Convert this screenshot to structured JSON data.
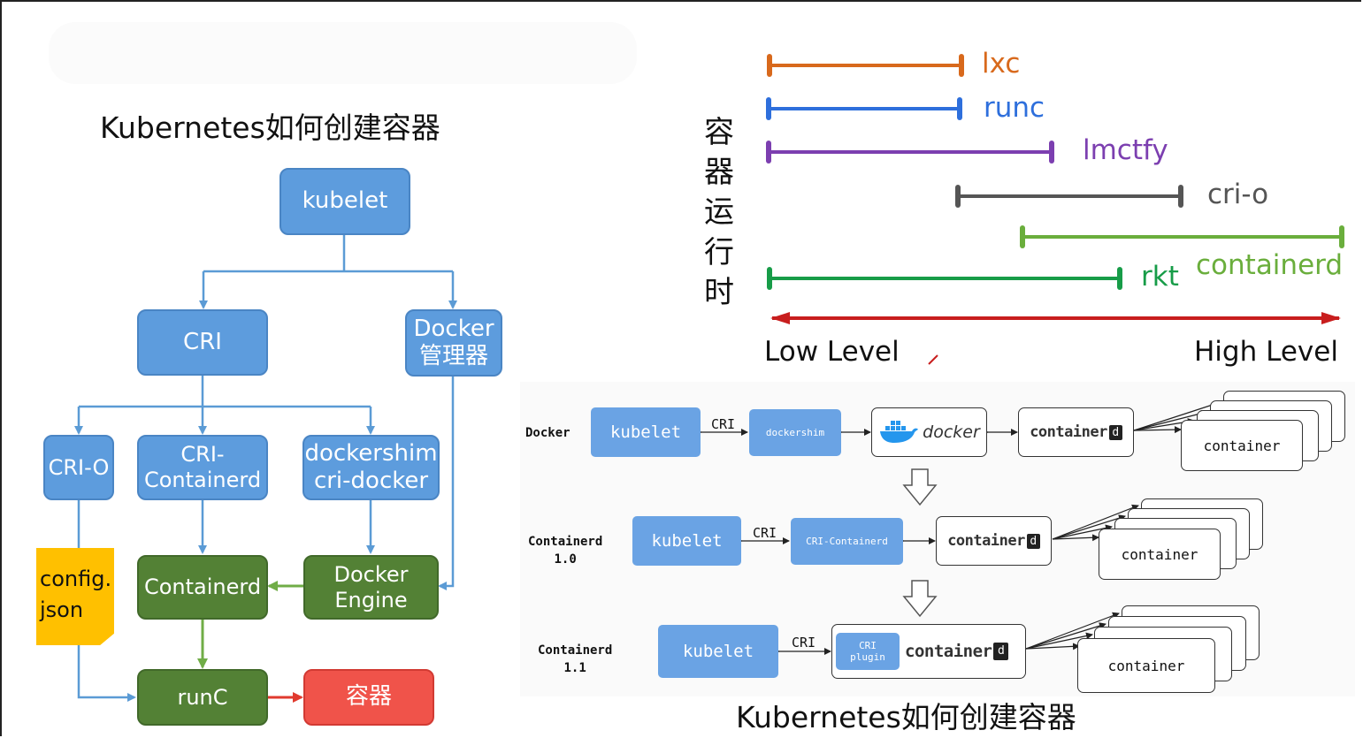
{
  "left_diagram": {
    "title": "Kubernetes如何创建容器",
    "nodes": {
      "kubelet": "kubelet",
      "cri": "CRI",
      "docker_manager_line1": "Docker",
      "docker_manager_line2": "管理器",
      "cri_o": "CRI-O",
      "cri_containerd_line1": "CRI-",
      "cri_containerd_line2": "Containerd",
      "dockershim_line1": "dockershim",
      "dockershim_line2": "cri-docker",
      "config_line1": "config.",
      "config_line2": "json",
      "containerd": "Containerd",
      "docker_engine_line1": "Docker",
      "docker_engine_line2": "Engine",
      "runc": "runC",
      "container": "容器"
    },
    "colors": {
      "blue": "#5d9cdd",
      "green": "#538135",
      "red": "#f0534a",
      "note": "#ffc000",
      "connector": "#5b9bd5"
    }
  },
  "runtime_chart": {
    "vertical_label": "容器运行时",
    "axis_low": "Low Level",
    "axis_high": "High Level",
    "runtimes": [
      {
        "name": "lxc",
        "color": "#d8691c"
      },
      {
        "name": "runc",
        "color": "#2e6fdc"
      },
      {
        "name": "lmctfy",
        "color": "#7c3fb0"
      },
      {
        "name": "cri-o",
        "color": "#555555"
      },
      {
        "name": "containerd",
        "color": "#6aae3c"
      },
      {
        "name": "rkt",
        "color": "#179c48"
      }
    ],
    "axis_color": "#c81e1e"
  },
  "evolution_diagram": {
    "title": "Kubernetes如何创建容器",
    "cri_label": "CRI",
    "rows": [
      {
        "label_line1": "Docker",
        "label_line2": "",
        "kubelet": "kubelet",
        "shim": "dockershim",
        "docker": "docker",
        "containerd": "container",
        "container": "container"
      },
      {
        "label_line1": "Containerd",
        "label_line2": "1.0",
        "kubelet": "kubelet",
        "shim": "CRI-Containerd",
        "containerd": "container",
        "container": "container"
      },
      {
        "label_line1": "Containerd",
        "label_line2": "1.1",
        "kubelet": "kubelet",
        "plugin_line1": "CRI",
        "plugin_line2": "plugin",
        "containerd": "container",
        "container": "container"
      }
    ],
    "containerd_suffix": "d"
  }
}
